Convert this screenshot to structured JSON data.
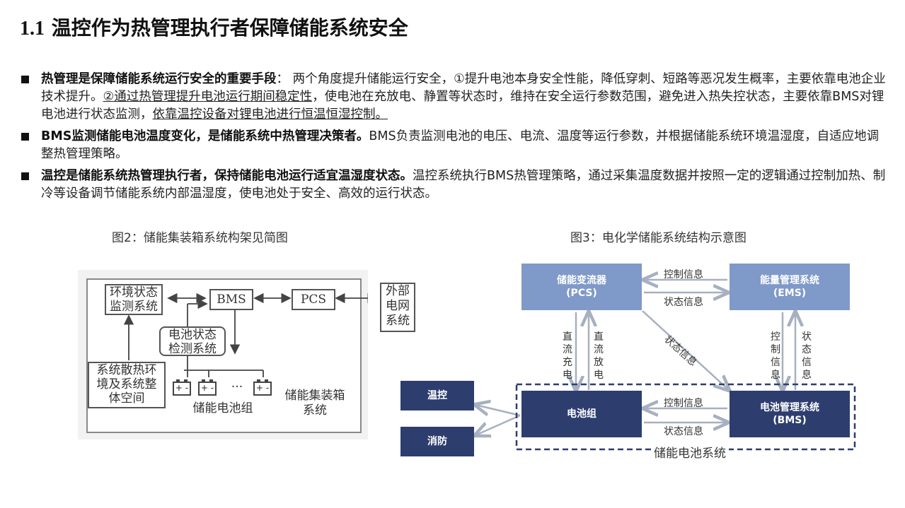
{
  "title": {
    "num": "1.1",
    "text": "温控作为热管理执行者保障储能系统安全"
  },
  "bullets": [
    {
      "bold": "热管理是保障储能系统运行安全的重要手段",
      "sep": "：  ",
      "text1": "两个角度提升储能运行安全，①提升电池本身安全性能，降低穿刺、短路等恶况发生概率，主要依靠电池企业技术提升。",
      "underline1": "②通过热管理提升电池运行期间稳定性",
      "text2": "，使电池在充放电、静置等状态时，维持在安全运行参数范围，避免进入热失控状态，主要依靠BMS对锂电池进行状态监测，",
      "underline2": "依靠温控设备对锂电池进行恒温恒湿控制。"
    },
    {
      "bold": "BMS监测储能电池温度变化，是储能系统中热管理决策者。",
      "text": "BMS负责监测电池的电压、电流、温度等运行参数，并根据储能系统环境温湿度，自适应地调整热管理策略。"
    },
    {
      "bold": "温控是储能系统热管理执行者，保持储能电池运行适宜温湿度状态。",
      "text": "温控系统执行BMS热管理策略，通过采集温度数据并按照一定的逻辑通过控制加热、制冷等设备调节储能系统内部温湿度，使电池处于安全、高效的运行状态。"
    }
  ],
  "fig2": {
    "caption": "图2：储能集装箱系统构架见简图",
    "env_monitor": "环境状态\n监测系统",
    "bms": "BMS",
    "pcs": "PCS",
    "grid": "外部\n电网\n系统",
    "battery_detect": "电池状态\n检测系统",
    "heat_env": "系统散热环\n境及系统整\n体空间",
    "battery_group": "储能电池组",
    "container": "储能集装箱\n系统",
    "dots": "···",
    "battery_symbol": "+ -"
  },
  "fig3": {
    "caption": "图3：电化学储能系统结构示意图",
    "pcs": "储能变流器\n(PCS)",
    "ems": "能量管理系统\n(EMS)",
    "battery": "电池组",
    "bms": "电池管理系统\n(BMS)",
    "temp": "温控",
    "fire": "消防",
    "system": "储能电池系统",
    "ctrl_info_top": "控制信息",
    "state_info_top": "状态信息",
    "ctrl_info_bottom": "控制信息",
    "state_info_bottom": "状态信息",
    "diag_state": "状态信息",
    "dc_charge": "直流充电",
    "dc_discharge": "直流放电",
    "v_ctrl": "控制信息",
    "v_state": "状态信息"
  }
}
